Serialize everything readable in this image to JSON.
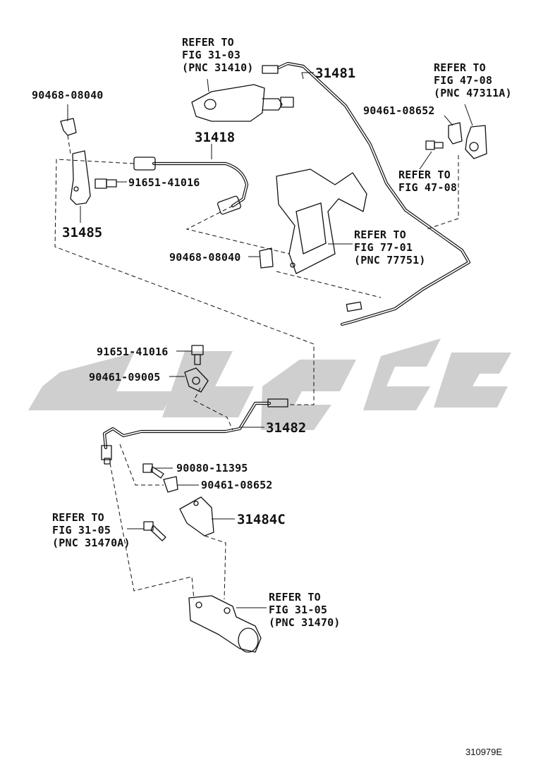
{
  "watermark": {
    "color": "#cccccc"
  },
  "figure_code": "310979E",
  "labels": {
    "ref_31403_l1": "REFER TO",
    "ref_31403_l2": "FIG 31-03",
    "ref_31403_l3": "(PNC 31410)",
    "p31481": "31481",
    "ref_4708a_l1": "REFER TO",
    "ref_4708a_l2": "FIG 47-08",
    "ref_4708a_l3": "(PNC 47311A)",
    "p90468_top": "90468-08040",
    "p90461_08652_top": "90461-08652",
    "p31418": "31418",
    "ref_4708b_l1": "REFER TO",
    "ref_4708b_l2": "FIG 47-08",
    "p91651_top": "91651-41016",
    "p31485": "31485",
    "ref_7701_l1": "REFER TO",
    "ref_7701_l2": "FIG 77-01",
    "ref_7701_l3": "(PNC 77751)",
    "p90468_mid": "90468-08040",
    "p91651_mid": "91651-41016",
    "p90461_09005": "90461-09005",
    "p31482": "31482",
    "p90080": "90080-11395",
    "p90461_08652_bot": "90461-08652",
    "ref_3105a_l1": "REFER TO",
    "ref_3105a_l2": "FIG 31-05",
    "ref_3105a_l3": "(PNC 31470A)",
    "p31484c": "31484C",
    "ref_3105_l1": "REFER TO",
    "ref_3105_l2": "FIG 31-05",
    "ref_3105_l3": "(PNC 31470)"
  }
}
